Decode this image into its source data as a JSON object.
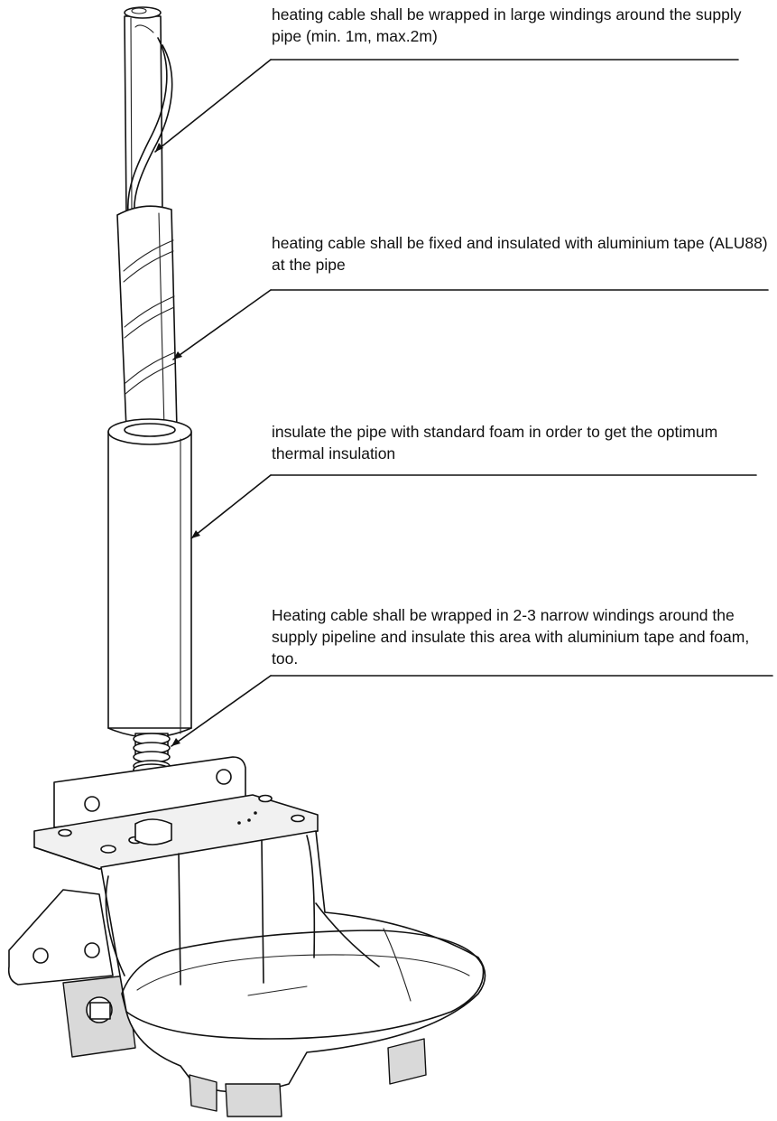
{
  "callouts": [
    {
      "id": "cable-wrap-large",
      "text": "heating cable shall be wrapped in large windings around the supply pipe (min. 1m, max.2m)"
    },
    {
      "id": "alu-tape",
      "text": "heating cable shall be fixed and insulated with aluminium tape (ALU88) at the pipe"
    },
    {
      "id": "foam-insulation",
      "text": "insulate the pipe with standard foam in order to get the optimum thermal insulation"
    },
    {
      "id": "cable-wrap-narrow",
      "text": "Heating cable shall be wrapped in 2-3 narrow windings around the supply pipeline and insulate this area with aluminium tape and foam, too."
    }
  ],
  "colors": {
    "line": "#111111",
    "background": "#ffffff",
    "shade": "#d9d9d9"
  }
}
